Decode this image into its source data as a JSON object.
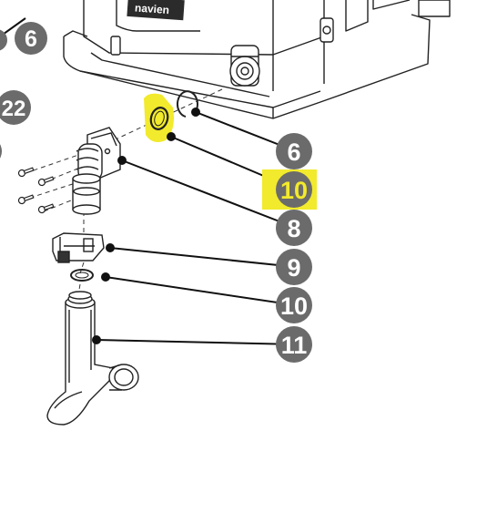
{
  "diagram": {
    "logo_text": "navien",
    "colors": {
      "badge": "#6b6b6b",
      "badge_text": "#ffffff",
      "highlight": "#f2ea2c",
      "line": "#111111"
    },
    "callouts": [
      {
        "id": "6-top",
        "label": "6",
        "highlighted": false
      },
      {
        "id": "22",
        "label": "22",
        "highlighted": false
      },
      {
        "id": "6",
        "label": "6",
        "highlighted": false
      },
      {
        "id": "10-highlight",
        "label": "10",
        "highlighted": true
      },
      {
        "id": "8",
        "label": "8",
        "highlighted": false
      },
      {
        "id": "9",
        "label": "9",
        "highlighted": false
      },
      {
        "id": "10",
        "label": "10",
        "highlighted": false
      },
      {
        "id": "11",
        "label": "11",
        "highlighted": false
      }
    ]
  }
}
